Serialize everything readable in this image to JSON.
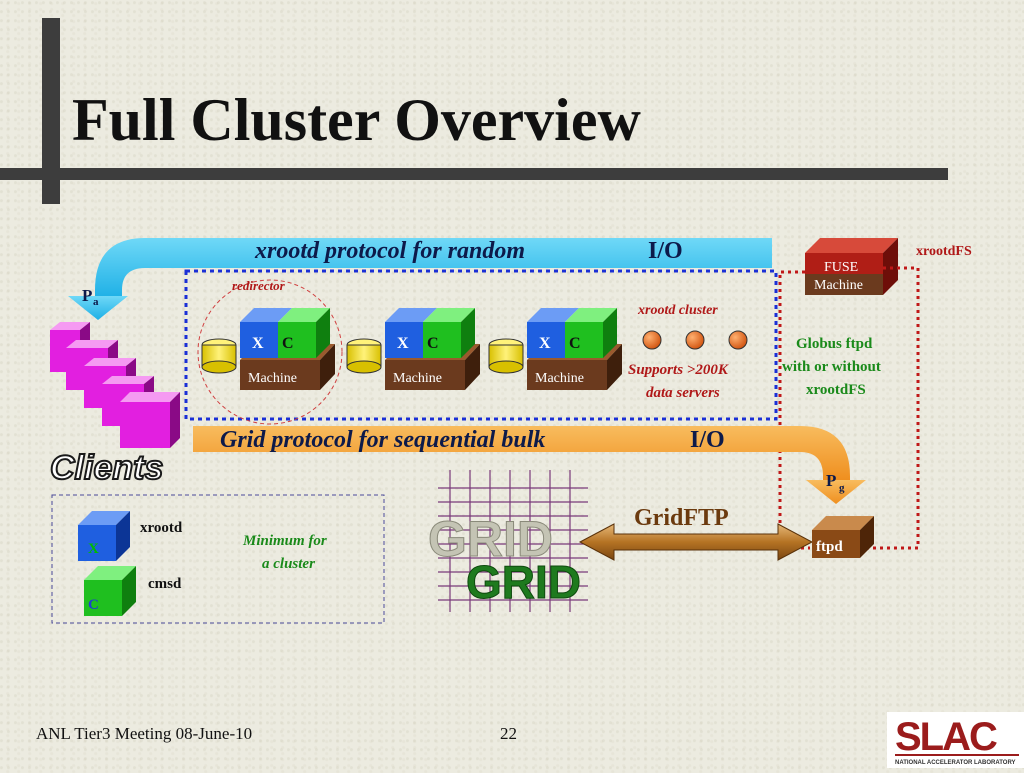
{
  "slide": {
    "title": "Full Cluster Overview",
    "footer": {
      "meeting": "ANL Tier3 Meeting  08-June-10",
      "page": "22"
    }
  },
  "top_arrow": {
    "italic": "xrootd protocol for random",
    "plain": "I/O"
  },
  "bottom_arrow": {
    "italic": "Grid protocol for sequential bulk",
    "plain": "I/O"
  },
  "pa": {
    "main": "P",
    "sub": "a"
  },
  "pg": {
    "main": "P",
    "sub": "g"
  },
  "clients_label": "Clients",
  "redirector_label": "redirector",
  "machines": [
    {
      "x_label": "X",
      "c_label": "C",
      "label": "Machine"
    },
    {
      "x_label": "X",
      "c_label": "C",
      "label": "Machine"
    },
    {
      "x_label": "X",
      "c_label": "C",
      "label": "Machine"
    }
  ],
  "cluster": {
    "title": "xrootd cluster",
    "supports_line1": "Supports >200K",
    "supports_line2": "data servers"
  },
  "fuse": {
    "line1": "FUSE",
    "line2": "Machine",
    "side_label": "xrootdFS"
  },
  "globus": {
    "line1": "Globus ftpd",
    "line2": "with or without",
    "line3": "xrootdFS"
  },
  "legend": {
    "x_glyph": "X",
    "x_label": "xrootd",
    "c_glyph": "C",
    "c_label": "cmsd",
    "note_line1": "Minimum for",
    "note_line2": "a cluster"
  },
  "grid_word": "GRID",
  "gridftp_label": "GridFTP",
  "ftpd_label": "ftpd",
  "colors": {
    "accent_cyan": "#34c3f2",
    "accent_orange": "#f5a340",
    "dark_red": "#8b1a1a",
    "title_rule": "#3d3d3d",
    "magenta": "#e21fe0",
    "blue_cube": "#1f5fe0",
    "green_cube": "#1fbf1f",
    "brown": "#6b3a1e",
    "grid_purple": "#7a3a7a",
    "slac_red": "#9b1c1c"
  }
}
